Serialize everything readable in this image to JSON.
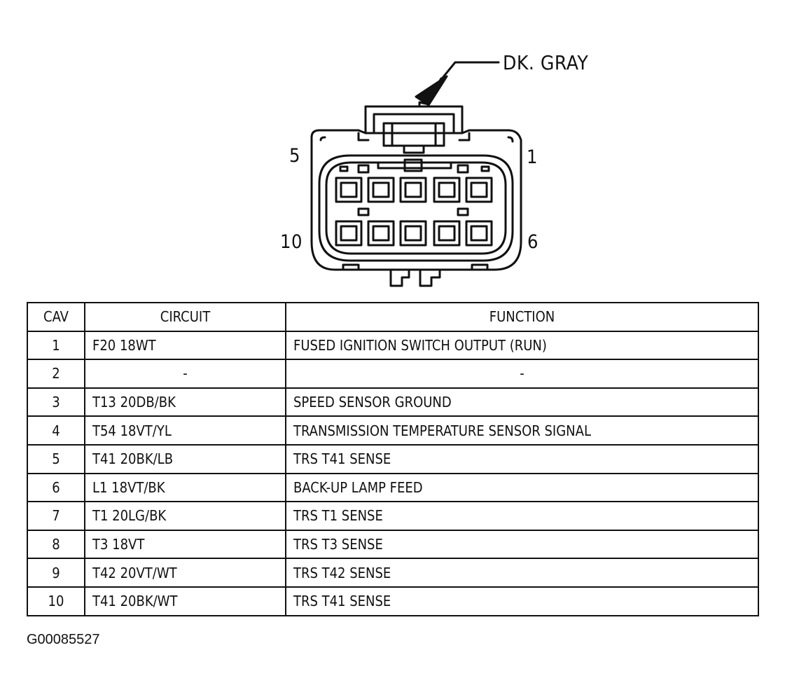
{
  "connector": {
    "color_label": "DK. GRAY",
    "pin_labels": {
      "top_left": "5",
      "top_right": "1",
      "bottom_left": "10",
      "bottom_right": "6"
    }
  },
  "table": {
    "headers": {
      "cav": "CAV",
      "circuit": "CIRCUIT",
      "function": "FUNCTION"
    },
    "rows": [
      {
        "cav": "1",
        "circuit": "F20 18WT",
        "function": "FUSED IGNITION SWITCH OUTPUT (RUN)"
      },
      {
        "cav": "2",
        "circuit": "-",
        "function": "-"
      },
      {
        "cav": "3",
        "circuit": "T13 20DB/BK",
        "function": "SPEED SENSOR GROUND"
      },
      {
        "cav": "4",
        "circuit": "T54 18VT/YL",
        "function": "TRANSMISSION TEMPERATURE SENSOR SIGNAL"
      },
      {
        "cav": "5",
        "circuit": "T41 20BK/LB",
        "function": "TRS T41 SENSE"
      },
      {
        "cav": "6",
        "circuit": "L1 18VT/BK",
        "function": "BACK-UP LAMP FEED"
      },
      {
        "cav": "7",
        "circuit": "T1 20LG/BK",
        "function": "TRS T1 SENSE"
      },
      {
        "cav": "8",
        "circuit": "T3 18VT",
        "function": "TRS T3 SENSE"
      },
      {
        "cav": "9",
        "circuit": "T42 20VT/WT",
        "function": "TRS T42 SENSE"
      },
      {
        "cav": "10",
        "circuit": "T41 20BK/WT",
        "function": "TRS T41 SENSE"
      }
    ]
  },
  "figure_id": "G00085527"
}
